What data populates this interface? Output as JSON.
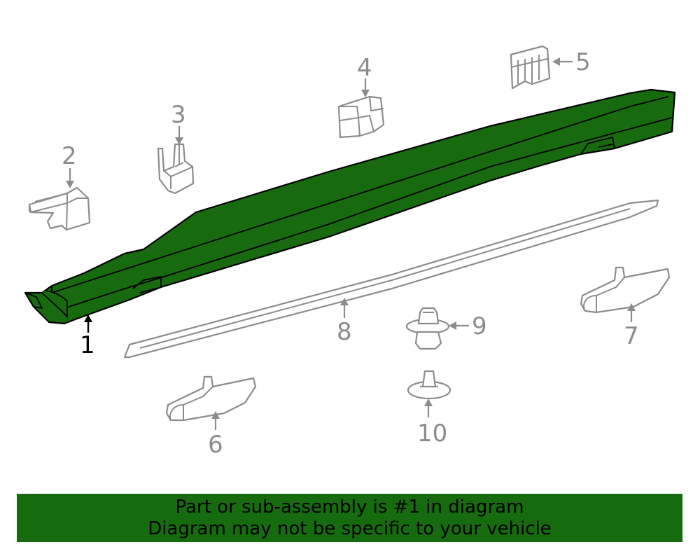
{
  "callouts": {
    "c1": "1",
    "c2": "2",
    "c3": "3",
    "c4": "4",
    "c5": "5",
    "c6": "6",
    "c7": "7",
    "c8": "8",
    "c9": "9",
    "c10": "10"
  },
  "banner": {
    "line1": "Part or sub-assembly is #1 in diagram",
    "line2": "Diagram may not be specific to your vehicle"
  },
  "colors": {
    "highlight_part": "#176b0e",
    "banner_background": "#166b0e",
    "outline_gray": "#8c8c8c"
  }
}
